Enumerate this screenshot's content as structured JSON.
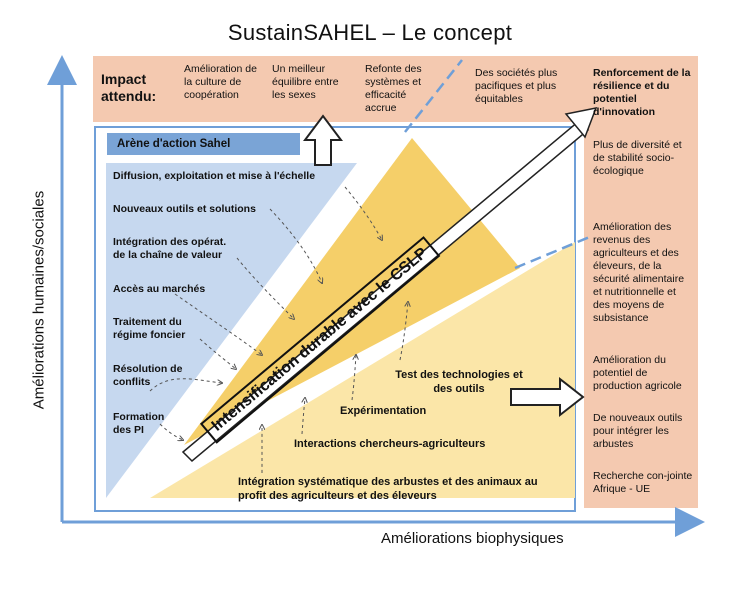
{
  "title": "SustainSAHEL – Le concept",
  "impact": {
    "label": "Impact attendu:",
    "items": [
      "Amélioration de la culture de coopération",
      "Un meilleur équilibre entre les sexes",
      "Refonte des systèmes et efficacité accrue",
      "Des sociétés plus pacifiques et plus équitables"
    ]
  },
  "right_panel": {
    "heading": "Renforcement de la résilience et du potentiel d'innovation",
    "items": [
      "Plus de diversité et de stabilité socio-écologique",
      "Amélioration des revenus des agriculteurs et des éleveurs, de la sécurité alimentaire et nutritionnelle et des moyens de subsistance",
      "Amélioration du potentiel de production agricole",
      "De nouveaux outils pour intégrer les arbustes",
      "Recherche con-jointe Afrique - UE"
    ]
  },
  "arena_title": "Arène d'action Sahel",
  "levers": [
    "Diffusion, exploitation et mise à l'échelle",
    "Nouveaux outils et solutions",
    "Intégration des opérat. de la chaîne de valeur",
    "Accès au marchés",
    "Traitement du régime foncier",
    "Résolution de conflits",
    "Formation des PI"
  ],
  "central_label": "Intensification durable avec le CSLP",
  "bottom_labels": [
    "Test des technologies et des outils",
    "Expérimentation",
    "Interactions chercheurs-agriculteurs",
    "Intégration systématique des arbustes et des animaux au profit des agriculteurs et des éleveurs"
  ],
  "axes": {
    "y": "Améliorations humaines/sociales",
    "x": "Améliorations biophysiques"
  },
  "colors": {
    "impact_bg": "#f4c9b0",
    "arena_blue": "#c6d8ef",
    "arena_title_bg": "#7aa4d6",
    "triangle_yellow": "#f5cf69",
    "bottom_yellow": "#fbe6a8",
    "axis_blue": "#6f9fd8"
  }
}
